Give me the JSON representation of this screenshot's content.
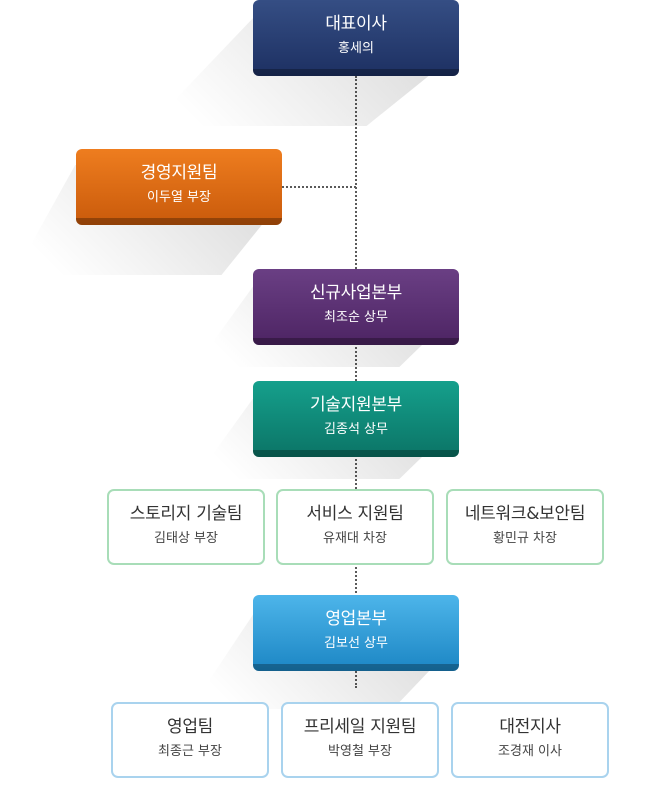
{
  "org": {
    "ceo": {
      "title": "대표이사",
      "name": "홍세의",
      "color_top": "#354e84",
      "color_bottom": "#1d3062"
    },
    "management_support": {
      "title": "경영지원팀",
      "name": "이두열 부장",
      "color_top": "#ee7d1f",
      "color_bottom": "#c95a0b"
    },
    "new_business": {
      "title": "신규사업본부",
      "name": "최조순 상무",
      "color_top": "#6a3f84",
      "color_bottom": "#4d2463"
    },
    "tech_support": {
      "title": "기술지원본부",
      "name": "김종석 상무",
      "color_top": "#15a08c",
      "color_bottom": "#0b7466"
    },
    "tech_teams": [
      {
        "title": "스토리지 기술팀",
        "name": "김태상 부장"
      },
      {
        "title": "서비스 지원팀",
        "name": "유재대 차장"
      },
      {
        "title": "네트워크&보안팀",
        "name": "황민규 차장"
      }
    ],
    "sales": {
      "title": "영업본부",
      "name": "김보선 상무",
      "color_top": "#4db5ea",
      "color_bottom": "#1c86c4"
    },
    "sales_teams": [
      {
        "title": "영업팀",
        "name": "최종근 부장"
      },
      {
        "title": "프리세일 지원팀",
        "name": "박영철 부장"
      },
      {
        "title": "대전지사",
        "name": "조경재 이사"
      }
    ]
  }
}
